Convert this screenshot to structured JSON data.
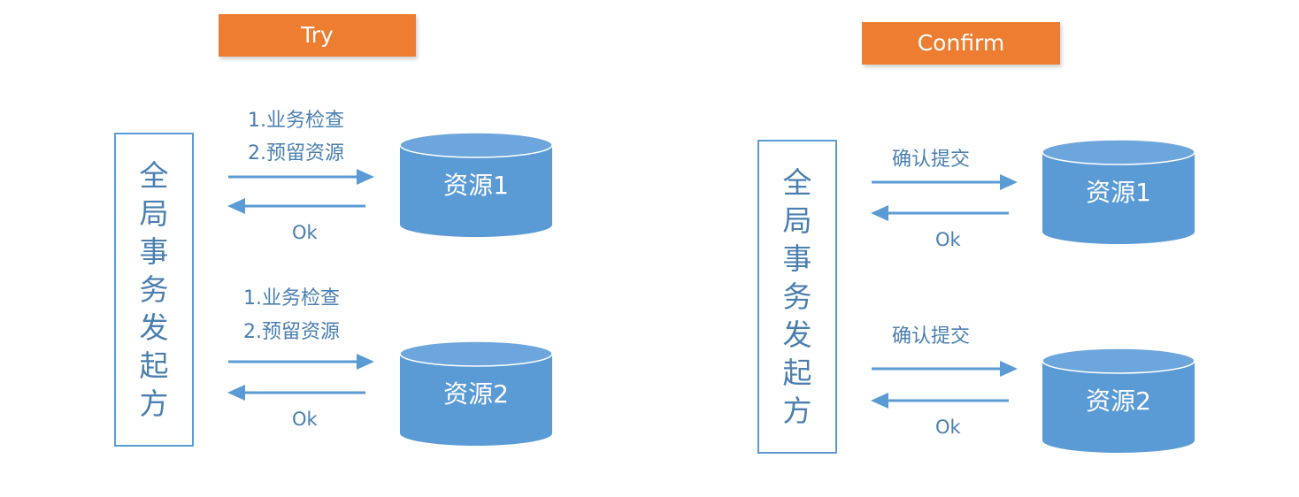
{
  "colors": {
    "phase_label_bg": "#ed7d31",
    "accent_blue": "#5b9bd5",
    "text_blue": "#4a7fb0"
  },
  "try_panel": {
    "phase_label": "Try",
    "initiator_chars": [
      "全",
      "局",
      "事",
      "务",
      "发",
      "起",
      "方"
    ],
    "resource_1": {
      "step_1": "1.业务检查",
      "step_2": "2.预留资源",
      "reply": "Ok",
      "label": "资源1"
    },
    "resource_2": {
      "step_1": "1.业务检查",
      "step_2": "2.预留资源",
      "reply": "Ok",
      "label": "资源2"
    }
  },
  "confirm_panel": {
    "phase_label": "Confirm",
    "initiator_chars": [
      "全",
      "局",
      "事",
      "务",
      "发",
      "起",
      "方"
    ],
    "resource_1": {
      "step": "确认提交",
      "reply": "Ok",
      "label": "资源1"
    },
    "resource_2": {
      "step": "确认提交",
      "reply": "Ok",
      "label": "资源2"
    }
  }
}
